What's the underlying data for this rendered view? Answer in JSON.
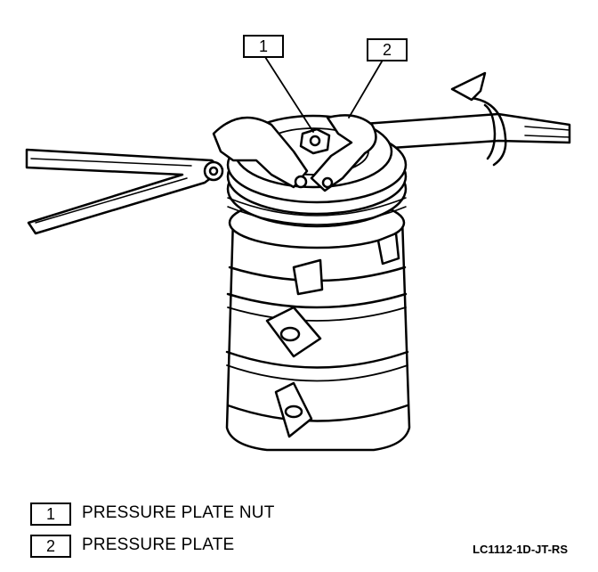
{
  "figure": {
    "callouts": [
      {
        "number": "1",
        "label": "PRESSURE PLATE NUT"
      },
      {
        "number": "2",
        "label": "PRESSURE PLATE"
      }
    ],
    "figure_code": "LC1112-1D-JT-RS"
  },
  "colors": {
    "ink": "#000000",
    "paper": "#ffffff"
  },
  "icons": [
    "curved-rotation-arrow-icon"
  ]
}
